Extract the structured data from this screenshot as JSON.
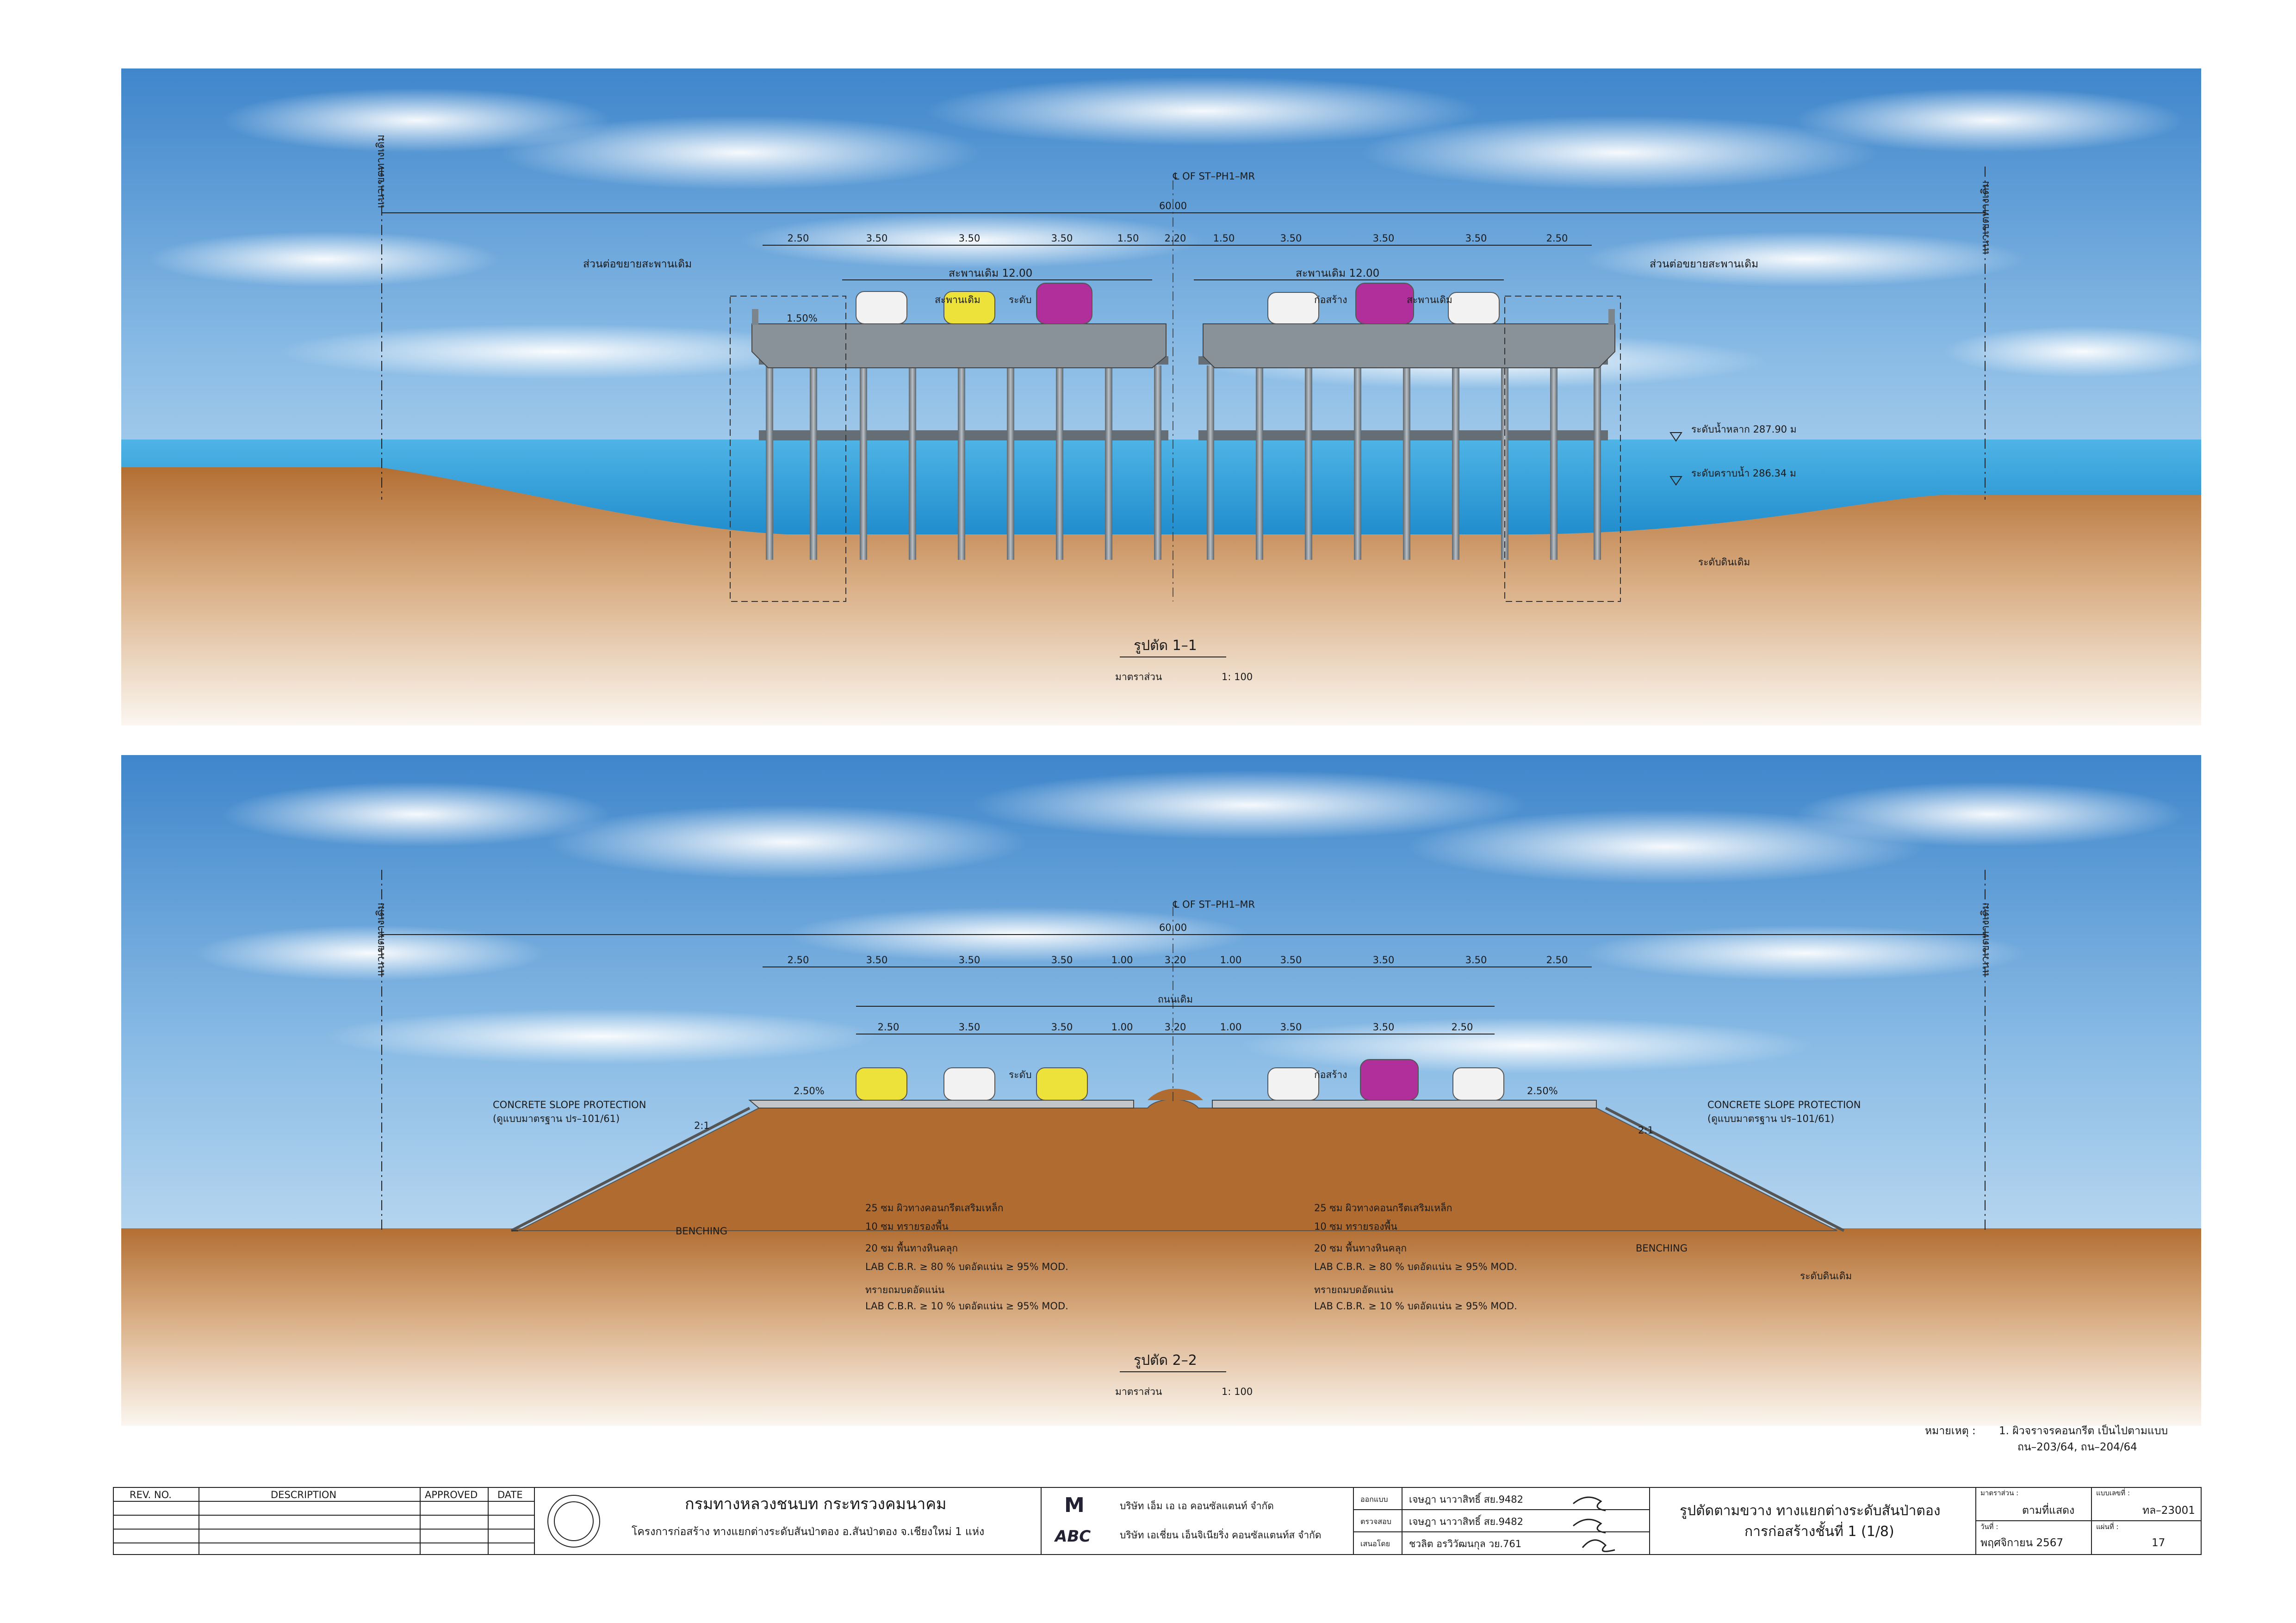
{
  "section1": {
    "centerline": "℄ OF ST–PH1–MR",
    "total_width": "60.00",
    "row_lane_widths": [
      "2.50",
      "3.50",
      "3.50",
      "3.50",
      "1.50",
      "2.20",
      "1.50",
      "3.50",
      "3.50",
      "3.50",
      "2.50"
    ],
    "existing_bridge_left": "สะพานเดิม 12.00",
    "existing_bridge_right": "สะพานเดิม 12.00",
    "extension_left": "ส่วนต่อขยายสะพานเดิม",
    "extension_right": "ส่วนต่อขยายสะพานเดิม",
    "slope": "1.50%",
    "row_limit_left": "แนวเขตทางเดิม",
    "row_limit_right": "แนวเขตทางเดิม",
    "flood_level": "ระดับน้ำหลาก 287.90 ม",
    "low_water_level": "ระดับคราบน้ำ 286.34 ม",
    "existing_ground": "ระดับดินเดิม",
    "car_labels": [
      "สะพานเดิม",
      "ระดับ",
      "ก่อสร้าง",
      "สะพานเดิม"
    ],
    "title": "รูปตัด 1–1",
    "scale_label": "มาตราส่วน",
    "scale_value": "1: 100"
  },
  "section2": {
    "centerline": "℄ OF ST–PH1–MR",
    "total_width": "60.00",
    "row_top_widths": [
      "2.50",
      "3.50",
      "3.50",
      "3.50",
      "1.00",
      "3.20",
      "1.00",
      "3.50",
      "3.50",
      "3.50",
      "2.50"
    ],
    "row_inner_label": "ถนนเดิม",
    "row_inner_widths": [
      "2.50",
      "3.50",
      "3.50",
      "1.00",
      "3.20",
      "1.00",
      "3.50",
      "3.50",
      "2.50"
    ],
    "slope_left": "2.50%",
    "slope_right": "2.50%",
    "side_slope": "2:1",
    "slope_protection_en": "CONCRETE SLOPE PROTECTION",
    "slope_protection_th": "(ดูแบบมาตรฐาน ปร–101/61)",
    "benching": "BENCHING",
    "car_labels": [
      "ระดับ",
      "ก่อสร้าง"
    ],
    "layers": {
      "l1": "25  ซม  ผิวทางคอนกรีตเสริมเหล็ก",
      "l2": "10  ซม  ทรายรองพื้น",
      "l3": "20  ซม  พื้นทางหินคลุก",
      "l3b": "LAB C.B.R. ≥ 80 %  บดอัดแน่น ≥ 95% MOD.",
      "l4": "ทรายถมบดอัดแน่น",
      "l4b": "LAB C.B.R. ≥ 10 %  บดอัดแน่น ≥ 95% MOD."
    },
    "existing_ground": "ระดับดินเดิม",
    "row_limit_left": "แนวเขตทางเดิม",
    "row_limit_right": "แนวเขตทางเดิม",
    "title": "รูปตัด 2–2",
    "scale_label": "มาตราส่วน",
    "scale_value": "1: 100"
  },
  "notes": {
    "label": "หมายเหตุ :",
    "line1": "1. ผิวจราจรคอนกรีต เป็นไปตามแบบ",
    "line2": "ถน–203/64, ถน–204/64"
  },
  "title_block": {
    "rev_no": "REV. NO.",
    "description": "DESCRIPTION",
    "approved": "APPROVED",
    "date": "DATE",
    "agency": "กรมทางหลวงชนบท กระทรวงคมนาคม",
    "project": "โครงการก่อสร้าง ทางแยกต่างระดับสันป่าตอง อ.สันป่าตอง จ.เชียงใหม่  1 แห่ง",
    "consultant1": "บริษัท เอ็ม เอ เอ คอนซัลแตนท์ จำกัด",
    "consultant2": "บริษัท เอเชี่ยน เอ็นจิเนียริ่ง คอนซัลแตนท์ส จำกัด",
    "logo_abc": "ABC",
    "designed_by_label": "ออกแบบ",
    "designed_by": "เจษฎา นาวาสิทธิ์ สย.9482",
    "checked_by_label": "ตรวจสอบ",
    "checked_by": "เจษฎา นาวาสิทธิ์ สย.9482",
    "proposed_by_label": "เสนอโดย",
    "proposed_by": "ชวลิต อรวิวัฒนกุล วย.761",
    "drawing_title1": "รูปตัดตามขวาง ทางแยกต่างระดับสันป่าตอง",
    "drawing_title2": "การก่อสร้างชั้นที่ 1 (1/8)",
    "scale_label": "มาตราส่วน :",
    "scale": "ตามที่แสดง",
    "date_label": "วันที่ :",
    "date_value": "พฤศจิกายน 2567",
    "drawing_no_label": "แบบเลขที่ :",
    "drawing_no": "ทล–23001",
    "sheet_label": "แผ่นที่ :",
    "sheet_no": "17"
  },
  "colors": {
    "sky_top": "#4a8fd0",
    "sky_bottom": "#dcecf8",
    "water": "#3ea6dc",
    "soil_top": "#b9763a",
    "soil_bottom": "#f7efe6",
    "concrete": "#7d858c"
  }
}
